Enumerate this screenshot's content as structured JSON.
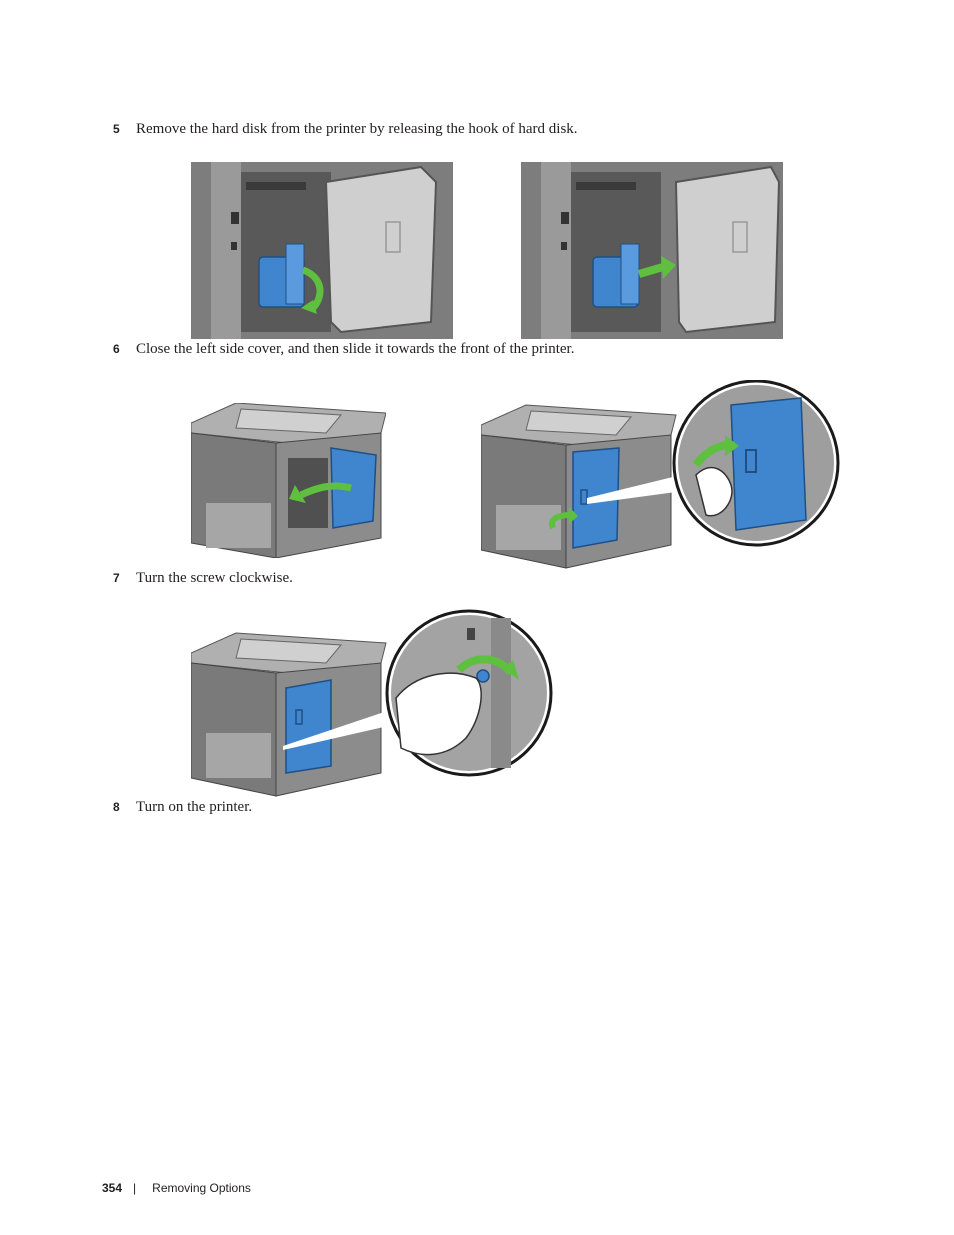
{
  "steps": [
    {
      "number": "5",
      "text": "Remove the hard disk from the printer by releasing the hook of hard disk."
    },
    {
      "number": "6",
      "text": "Close the left side cover, and then slide it towards the front of the printer."
    },
    {
      "number": "7",
      "text": "Turn the screw clockwise."
    },
    {
      "number": "8",
      "text": "Turn on the printer."
    }
  ],
  "footer": {
    "page_number": "354",
    "separator": "|",
    "section": "Removing Options"
  },
  "colors": {
    "panel_blue": "#3f86cf",
    "arrow_green": "#5fbf3f",
    "printer_gray": "#8c8c8c",
    "text": "#231f20"
  }
}
